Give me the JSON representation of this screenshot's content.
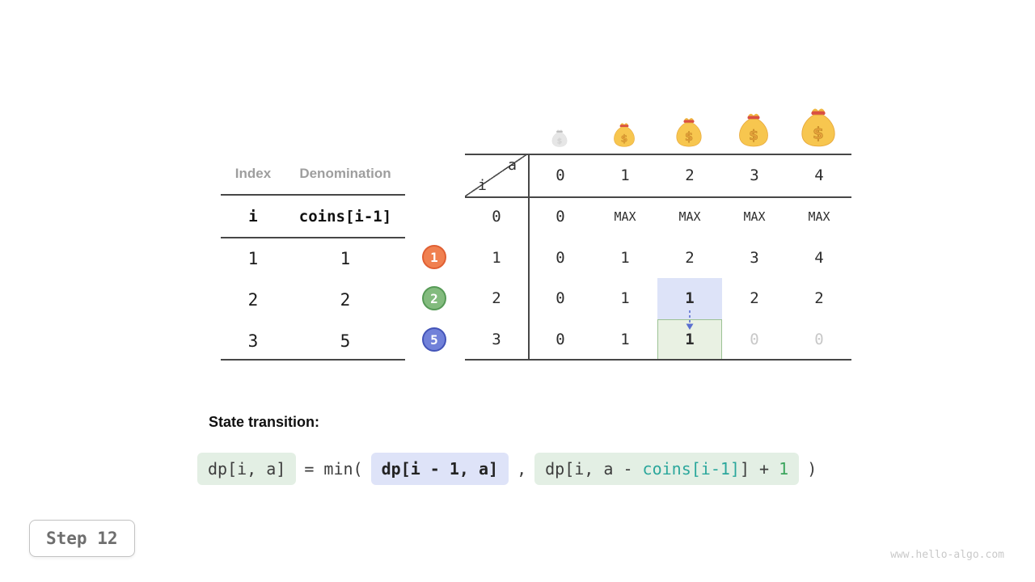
{
  "page": {
    "step_label": "Step 12",
    "watermark": "www.hello-algo.com"
  },
  "left_table": {
    "headers": [
      "Index",
      "Denomination"
    ],
    "var_row": {
      "index": "i",
      "denom": "coins[i-1]"
    },
    "rows": [
      {
        "index": "1",
        "denom": "1"
      },
      {
        "index": "2",
        "denom": "2"
      },
      {
        "index": "3",
        "denom": "5"
      }
    ],
    "badges": [
      {
        "label": "1",
        "color": "#f08050"
      },
      {
        "label": "2",
        "color": "#83bb7e"
      },
      {
        "label": "5",
        "color": "#7181d9"
      }
    ]
  },
  "dp_table": {
    "corner": {
      "col_var": "a",
      "row_var": "i"
    },
    "col_headers": [
      "0",
      "1",
      "2",
      "3",
      "4"
    ],
    "row_headers": [
      "0",
      "1",
      "2",
      "3"
    ],
    "rows": [
      [
        "0",
        "MAX",
        "MAX",
        "MAX",
        "MAX"
      ],
      [
        "0",
        "1",
        "2",
        "3",
        "4"
      ],
      [
        "0",
        "1",
        "1",
        "2",
        "2"
      ],
      [
        "0",
        "1",
        "1",
        "0",
        "0"
      ]
    ],
    "money_bags": [
      {
        "icon": "money-bag-icon",
        "variant": "faded"
      },
      {
        "icon": "money-bag-icon",
        "variant": "small"
      },
      {
        "icon": "money-bag-icon",
        "variant": "medium"
      },
      {
        "icon": "money-bag-icon",
        "variant": "large"
      },
      {
        "icon": "money-bag-icon",
        "variant": "xlarge"
      }
    ],
    "highlight": {
      "source_cell": {
        "row": "2",
        "col": "2",
        "color": "#dde3f8"
      },
      "target_cell": {
        "row": "3",
        "col": "2",
        "color": "#e9f1e3"
      },
      "arrow_color": "#5a6fd0"
    }
  },
  "formula": {
    "heading": "State transition:",
    "lhs": "dp[i, a]",
    "op": "= min(",
    "arg1": "dp[i - 1, a]",
    "separator": ",",
    "arg2_prefix": "dp[i, a - ",
    "arg2_coins": "coins[i-1]",
    "arg2_suffix": "] + ",
    "arg2_inc": "1",
    "close": ")"
  },
  "colors": {
    "highlight_blue": "#dde3f8",
    "highlight_green": "#e9f1e3",
    "highlight_green_border": "#9cc294",
    "token_green_bg": "#e3efe4",
    "token_blue_bg": "#dee3f8",
    "teal_text": "#2ba79c",
    "green_text": "#3ba55d",
    "arrow": "#5a6fd0"
  }
}
